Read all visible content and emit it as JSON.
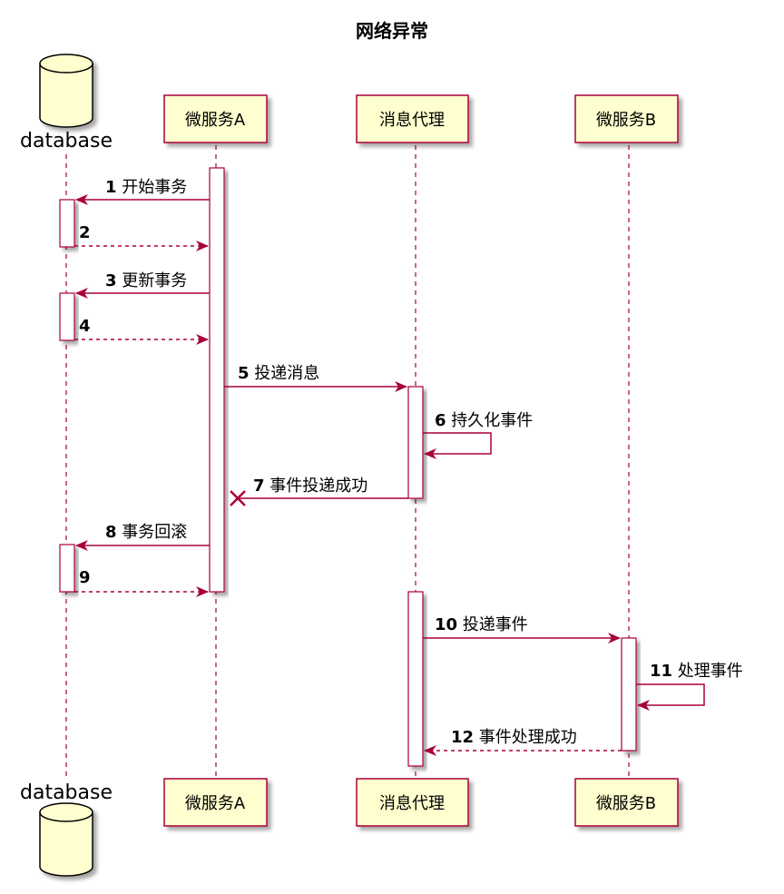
{
  "title": "网络异常",
  "participants": {
    "db": "database",
    "a": "微服务A",
    "broker": "消息代理",
    "b": "微服务B"
  },
  "messages": [
    {
      "num": "1",
      "text": "开始事务"
    },
    {
      "num": "2",
      "text": ""
    },
    {
      "num": "3",
      "text": "更新事务"
    },
    {
      "num": "4",
      "text": ""
    },
    {
      "num": "5",
      "text": "投递消息"
    },
    {
      "num": "6",
      "text": "持久化事件"
    },
    {
      "num": "7",
      "text": "事件投递成功"
    },
    {
      "num": "8",
      "text": "事务回滚"
    },
    {
      "num": "9",
      "text": ""
    },
    {
      "num": "10",
      "text": "投递事件"
    },
    {
      "num": "11",
      "text": "处理事件"
    },
    {
      "num": "12",
      "text": "事件处理成功"
    }
  ],
  "colors": {
    "arrow": "#A80036",
    "participant_fill": "#FEFECE",
    "participant_border": "#A80036",
    "lifeline": "#A80036",
    "activation_fill": "#FFFFFF"
  }
}
